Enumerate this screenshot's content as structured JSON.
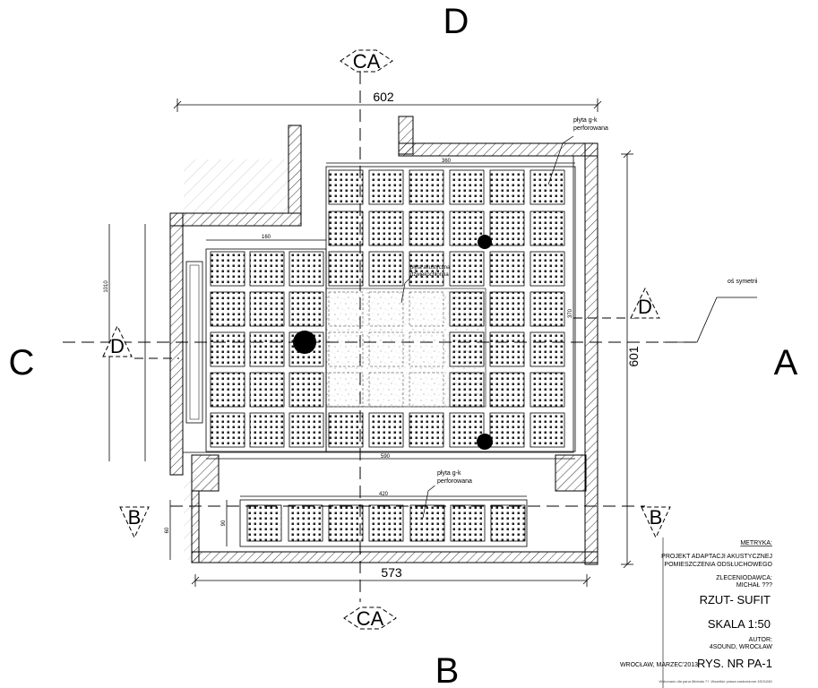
{
  "sections": {
    "top": "D",
    "bottom": "B",
    "left": "C",
    "right": "A"
  },
  "section_marks": {
    "ca_top": "CA",
    "ca_bottom": "CA",
    "d_left": "D",
    "d_right": "D",
    "b_left": "B",
    "b_right": "B"
  },
  "dimensions": {
    "overall_width": "602",
    "overall_height": "601",
    "bottom_width": "573",
    "d160": "160",
    "d360": "360",
    "d420": "420",
    "d590": "590",
    "d90": "90",
    "d1010": "1010",
    "d370": "370",
    "d60": "60"
  },
  "annotations": {
    "plyta_top": [
      "płyta g-k",
      "perforowana"
    ],
    "plyta_bottom": [
      "płyta g-k",
      "perforowana"
    ],
    "os_symetrii": "oś symetrii",
    "center_note": [
      "płyta akustyczna",
      "dźwiękochłonna"
    ]
  },
  "title_block": {
    "metryka": "METRYKA:",
    "project": [
      "PROJEKT ADAPTACJI AKUSTYCZNEJ",
      "POMIESZCZENIA ODSŁUCHOWEGO"
    ],
    "client_label": "ZLECENIODAWCA:",
    "client": "MICHAŁ ???",
    "title": "RZUT- SUFIT",
    "scale": "SKALA 1:50",
    "author_label": "AUTOR:",
    "author": "4SOUND, WROCŁAW",
    "place_date": "WROCŁAW, MARZEC'2013",
    "drawing_no": "RYS. NR PA-1",
    "footer": "Wykonano dla pana Michała ??. Wszelkie prawa zastrzeżone 4SOUND"
  }
}
